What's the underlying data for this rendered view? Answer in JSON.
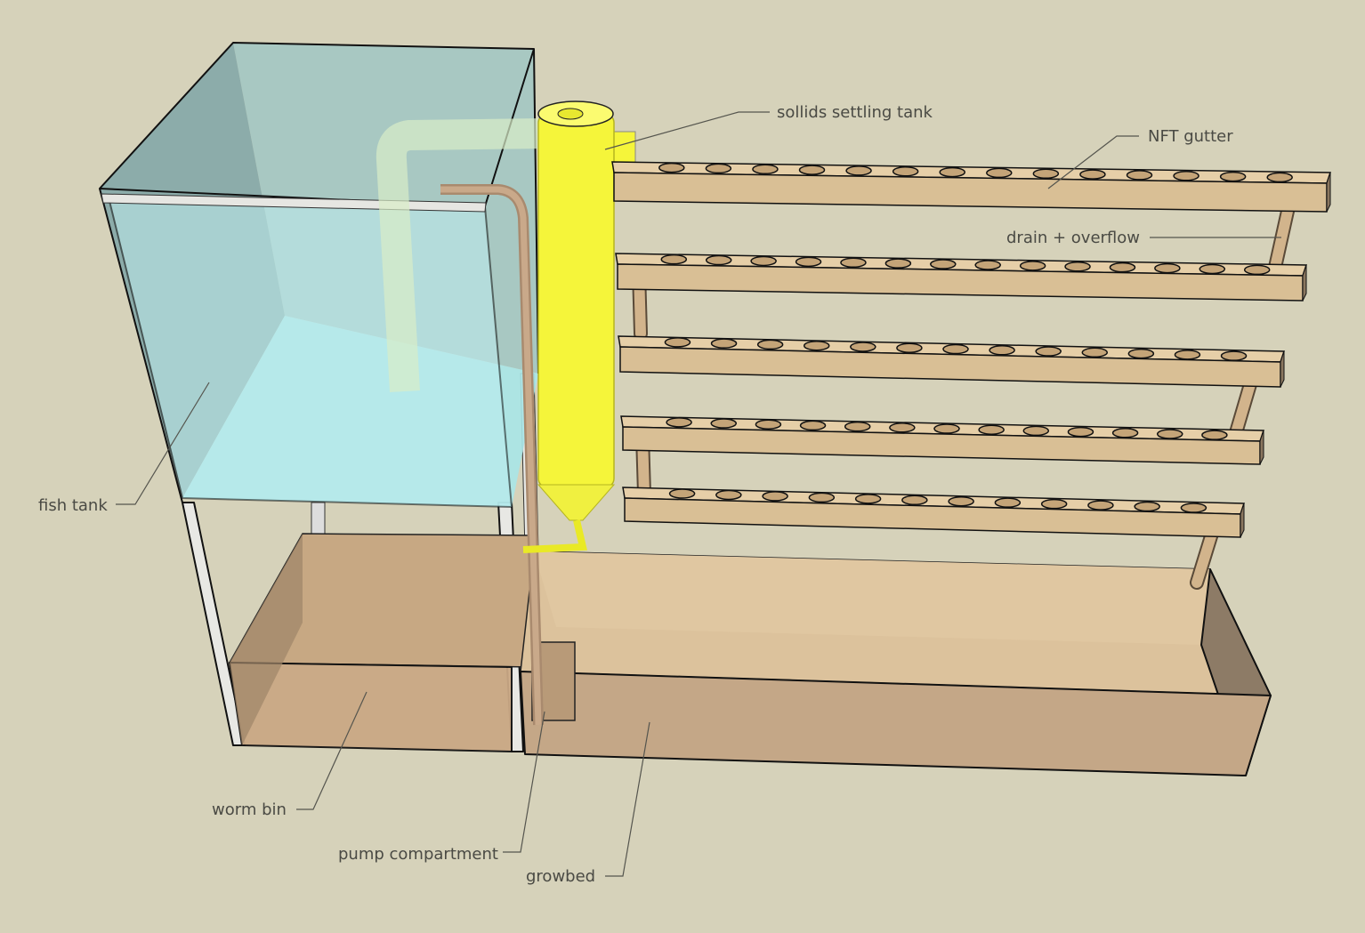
{
  "labels": {
    "settling_tank": "sollids settling tank",
    "nft_gutter": "NFT gutter",
    "drain_overflow": "drain + overflow",
    "fish_tank": "fish tank",
    "worm_bin": "worm bin",
    "pump_compartment": "pump compartment",
    "growbed": "growbed"
  },
  "colors": {
    "background": "#d6d2ba",
    "water": "#bfeef0",
    "wood": "#d9bf95",
    "settling_tank": "#f5f53a"
  }
}
